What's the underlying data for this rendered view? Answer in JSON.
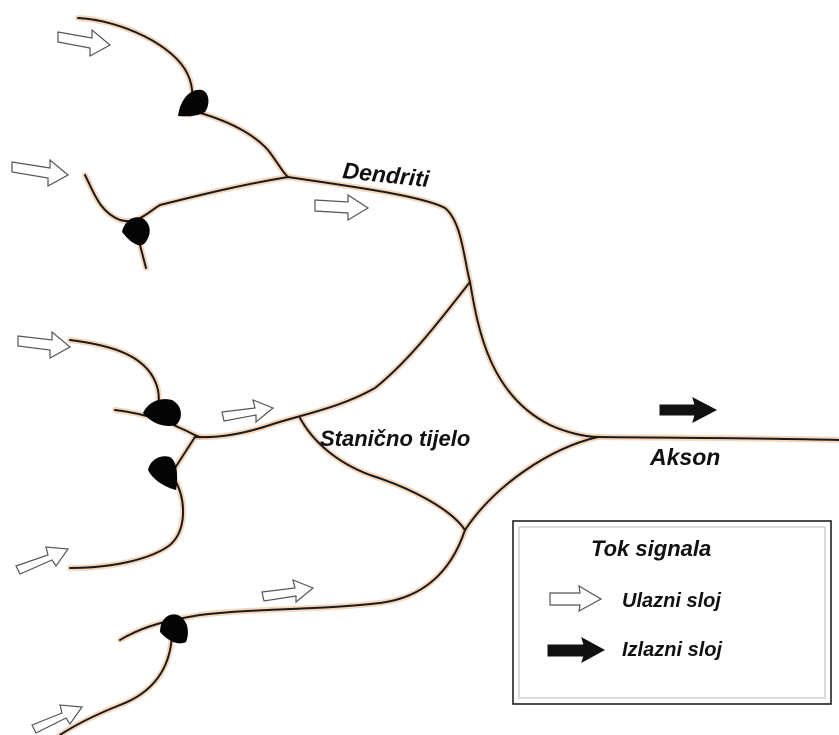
{
  "labels": {
    "dendrites": "Dendriti",
    "cell_body": "Stanično tijelo",
    "axon": "Akson"
  },
  "legend": {
    "title": "Tok signala",
    "input_label": "Ulazni sloj",
    "output_label": "Izlazni sloj"
  },
  "colors": {
    "nerve": "#1a1a1a",
    "nerve_glow": "#f3c9a6",
    "synapse": "#050505",
    "input_arrow_fill": "#ffffff",
    "output_arrow_fill": "#111111"
  },
  "icons": {
    "input_arrow": "hollow-right-arrow",
    "output_arrow": "solid-right-arrow",
    "synapse": "synaptic-terminal"
  }
}
